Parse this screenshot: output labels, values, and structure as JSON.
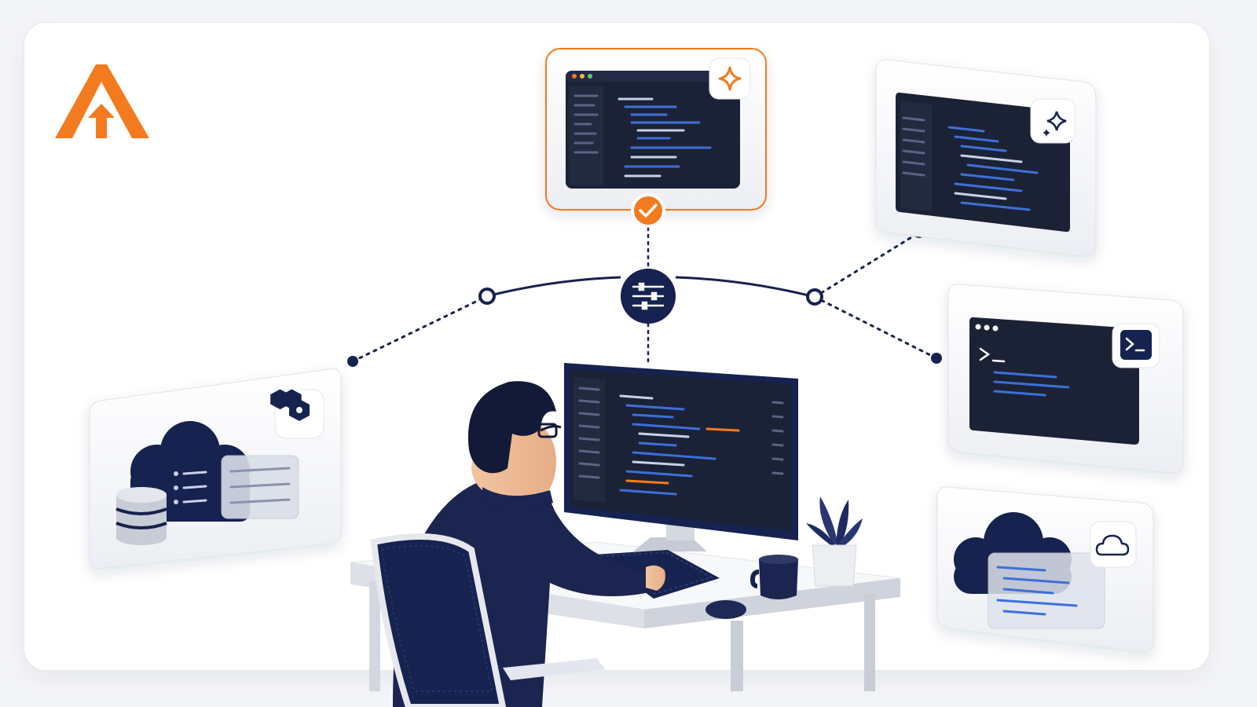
{
  "scene": {
    "logo": "brand-logo",
    "hub_icon": "sliders-icon",
    "panels": [
      {
        "name": "ai-code-editor-panel",
        "icon": "sparkle-icon",
        "selected": true
      },
      {
        "name": "ai-editor-panel",
        "icon": "sparkle-icon",
        "selected": false
      },
      {
        "name": "terminal-panel",
        "icon": "terminal-icon",
        "selected": false
      },
      {
        "name": "cloud-deploy-panel",
        "icon": "cloud-icon",
        "selected": false
      },
      {
        "name": "cloud-infrastructure-panel",
        "icon": "cubes-icon",
        "selected": false
      }
    ]
  },
  "colors": {
    "accent": "#f47a1f",
    "navy": "#16224f",
    "editor_bg": "#1b2236",
    "code_blue": "#3c6fd8",
    "panel_bg": "#f3f4f7"
  }
}
